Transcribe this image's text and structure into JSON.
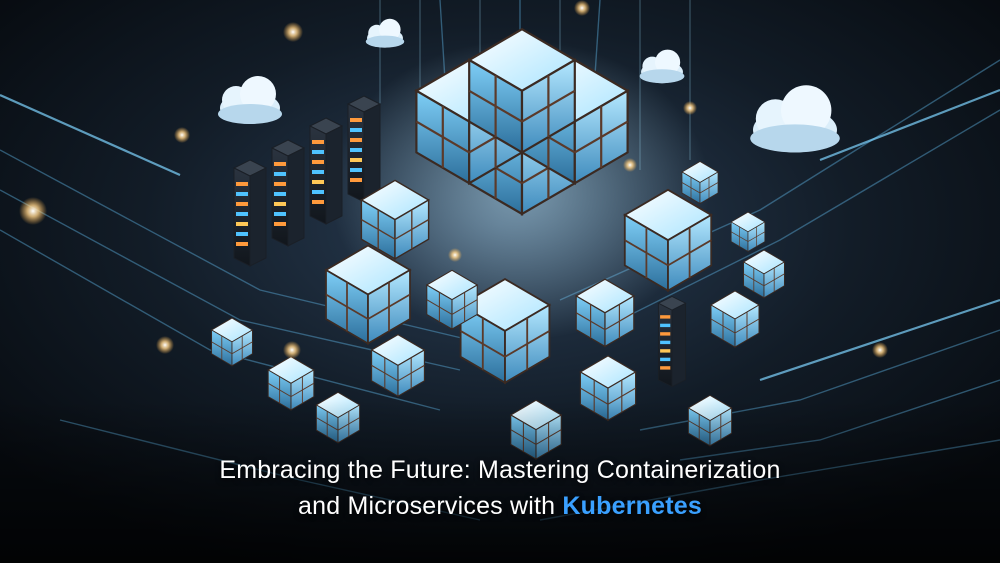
{
  "headline": {
    "line1": "Embracing the Future: Mastering Containerization",
    "line2_prefix": "and Microservices with ",
    "line2_highlight": "Kubernetes"
  },
  "colors": {
    "background": "#0b1118",
    "cube_glow": "#8fd8ff",
    "accent_text": "#3aa0ff",
    "headline_text": "#ffffff"
  },
  "illustration": {
    "subject": "cloud-containers-servers",
    "icons": [
      "cloud-icon",
      "container-cube-icon",
      "server-rack-icon"
    ]
  }
}
